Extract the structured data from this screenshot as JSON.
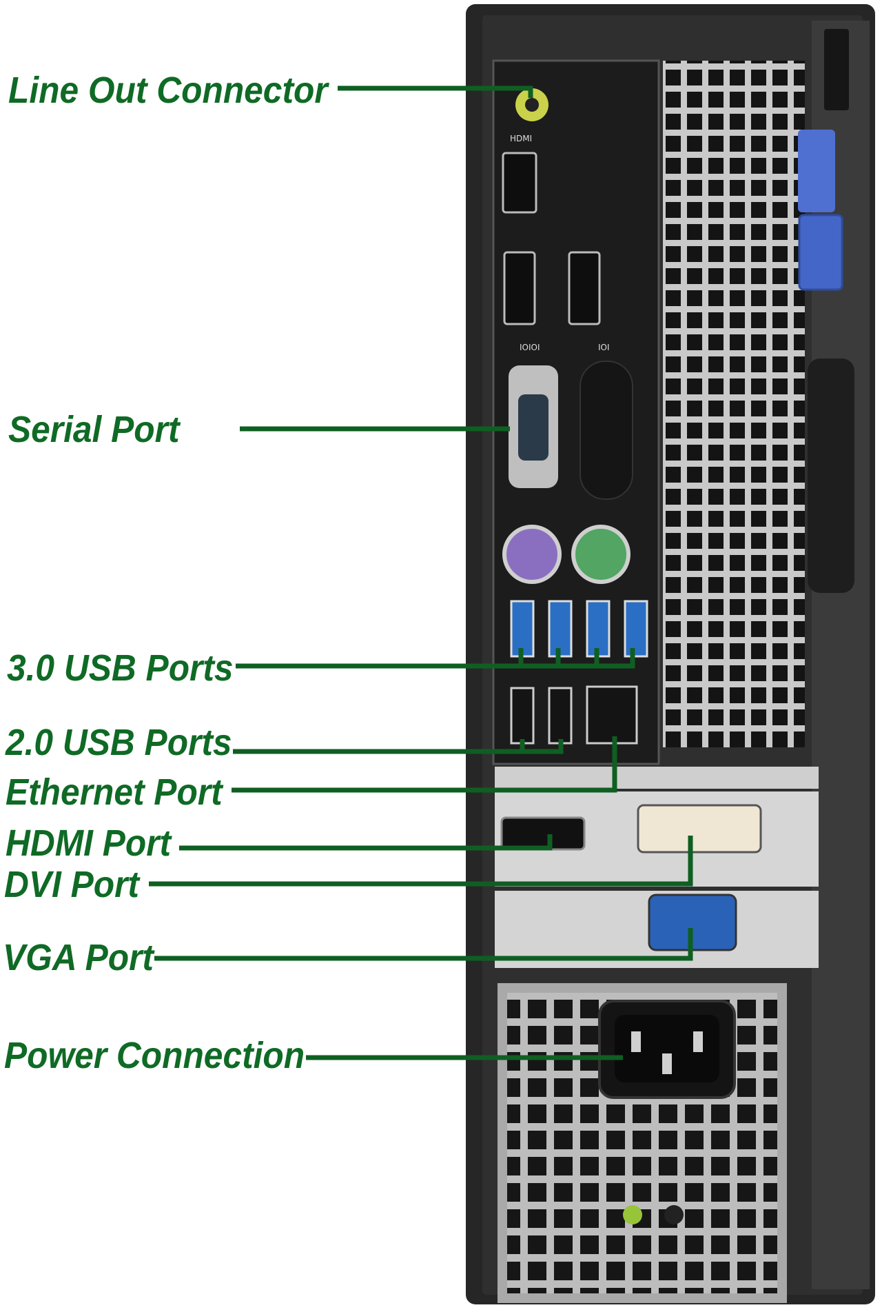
{
  "diagram": {
    "subject": "Desktop computer rear panel",
    "colors": {
      "label": "#0f6a25",
      "leader": "#0f5f22",
      "chassis": "#2a2a2a",
      "io_plate": "#1f1f1f",
      "vent_bg": "#3a3a3a",
      "grille_holes": "#141414",
      "usb3_blue": "#2b6fc4",
      "ps2_keyboard": "#8a6fc0",
      "ps2_mouse": "#52a562",
      "line_out": "#c9d24a",
      "vga_blue": "#2a62b8",
      "handle_blue": "#4f6fd1"
    },
    "port_glyphs": {
      "hdmi": "HDMI",
      "serial": "IOIOI",
      "vga": "IOI"
    },
    "labels": [
      {
        "id": "line-out",
        "text": "Line Out Connector"
      },
      {
        "id": "serial",
        "text": "Serial Port"
      },
      {
        "id": "usb3",
        "text": "3.0 USB Ports"
      },
      {
        "id": "usb2",
        "text": "2.0 USB Ports"
      },
      {
        "id": "ethernet",
        "text": "Ethernet Port"
      },
      {
        "id": "hdmi",
        "text": "HDMI Port"
      },
      {
        "id": "dvi",
        "text": "DVI Port"
      },
      {
        "id": "vga",
        "text": "VGA Port"
      },
      {
        "id": "power",
        "text": "Power Connection"
      }
    ]
  }
}
